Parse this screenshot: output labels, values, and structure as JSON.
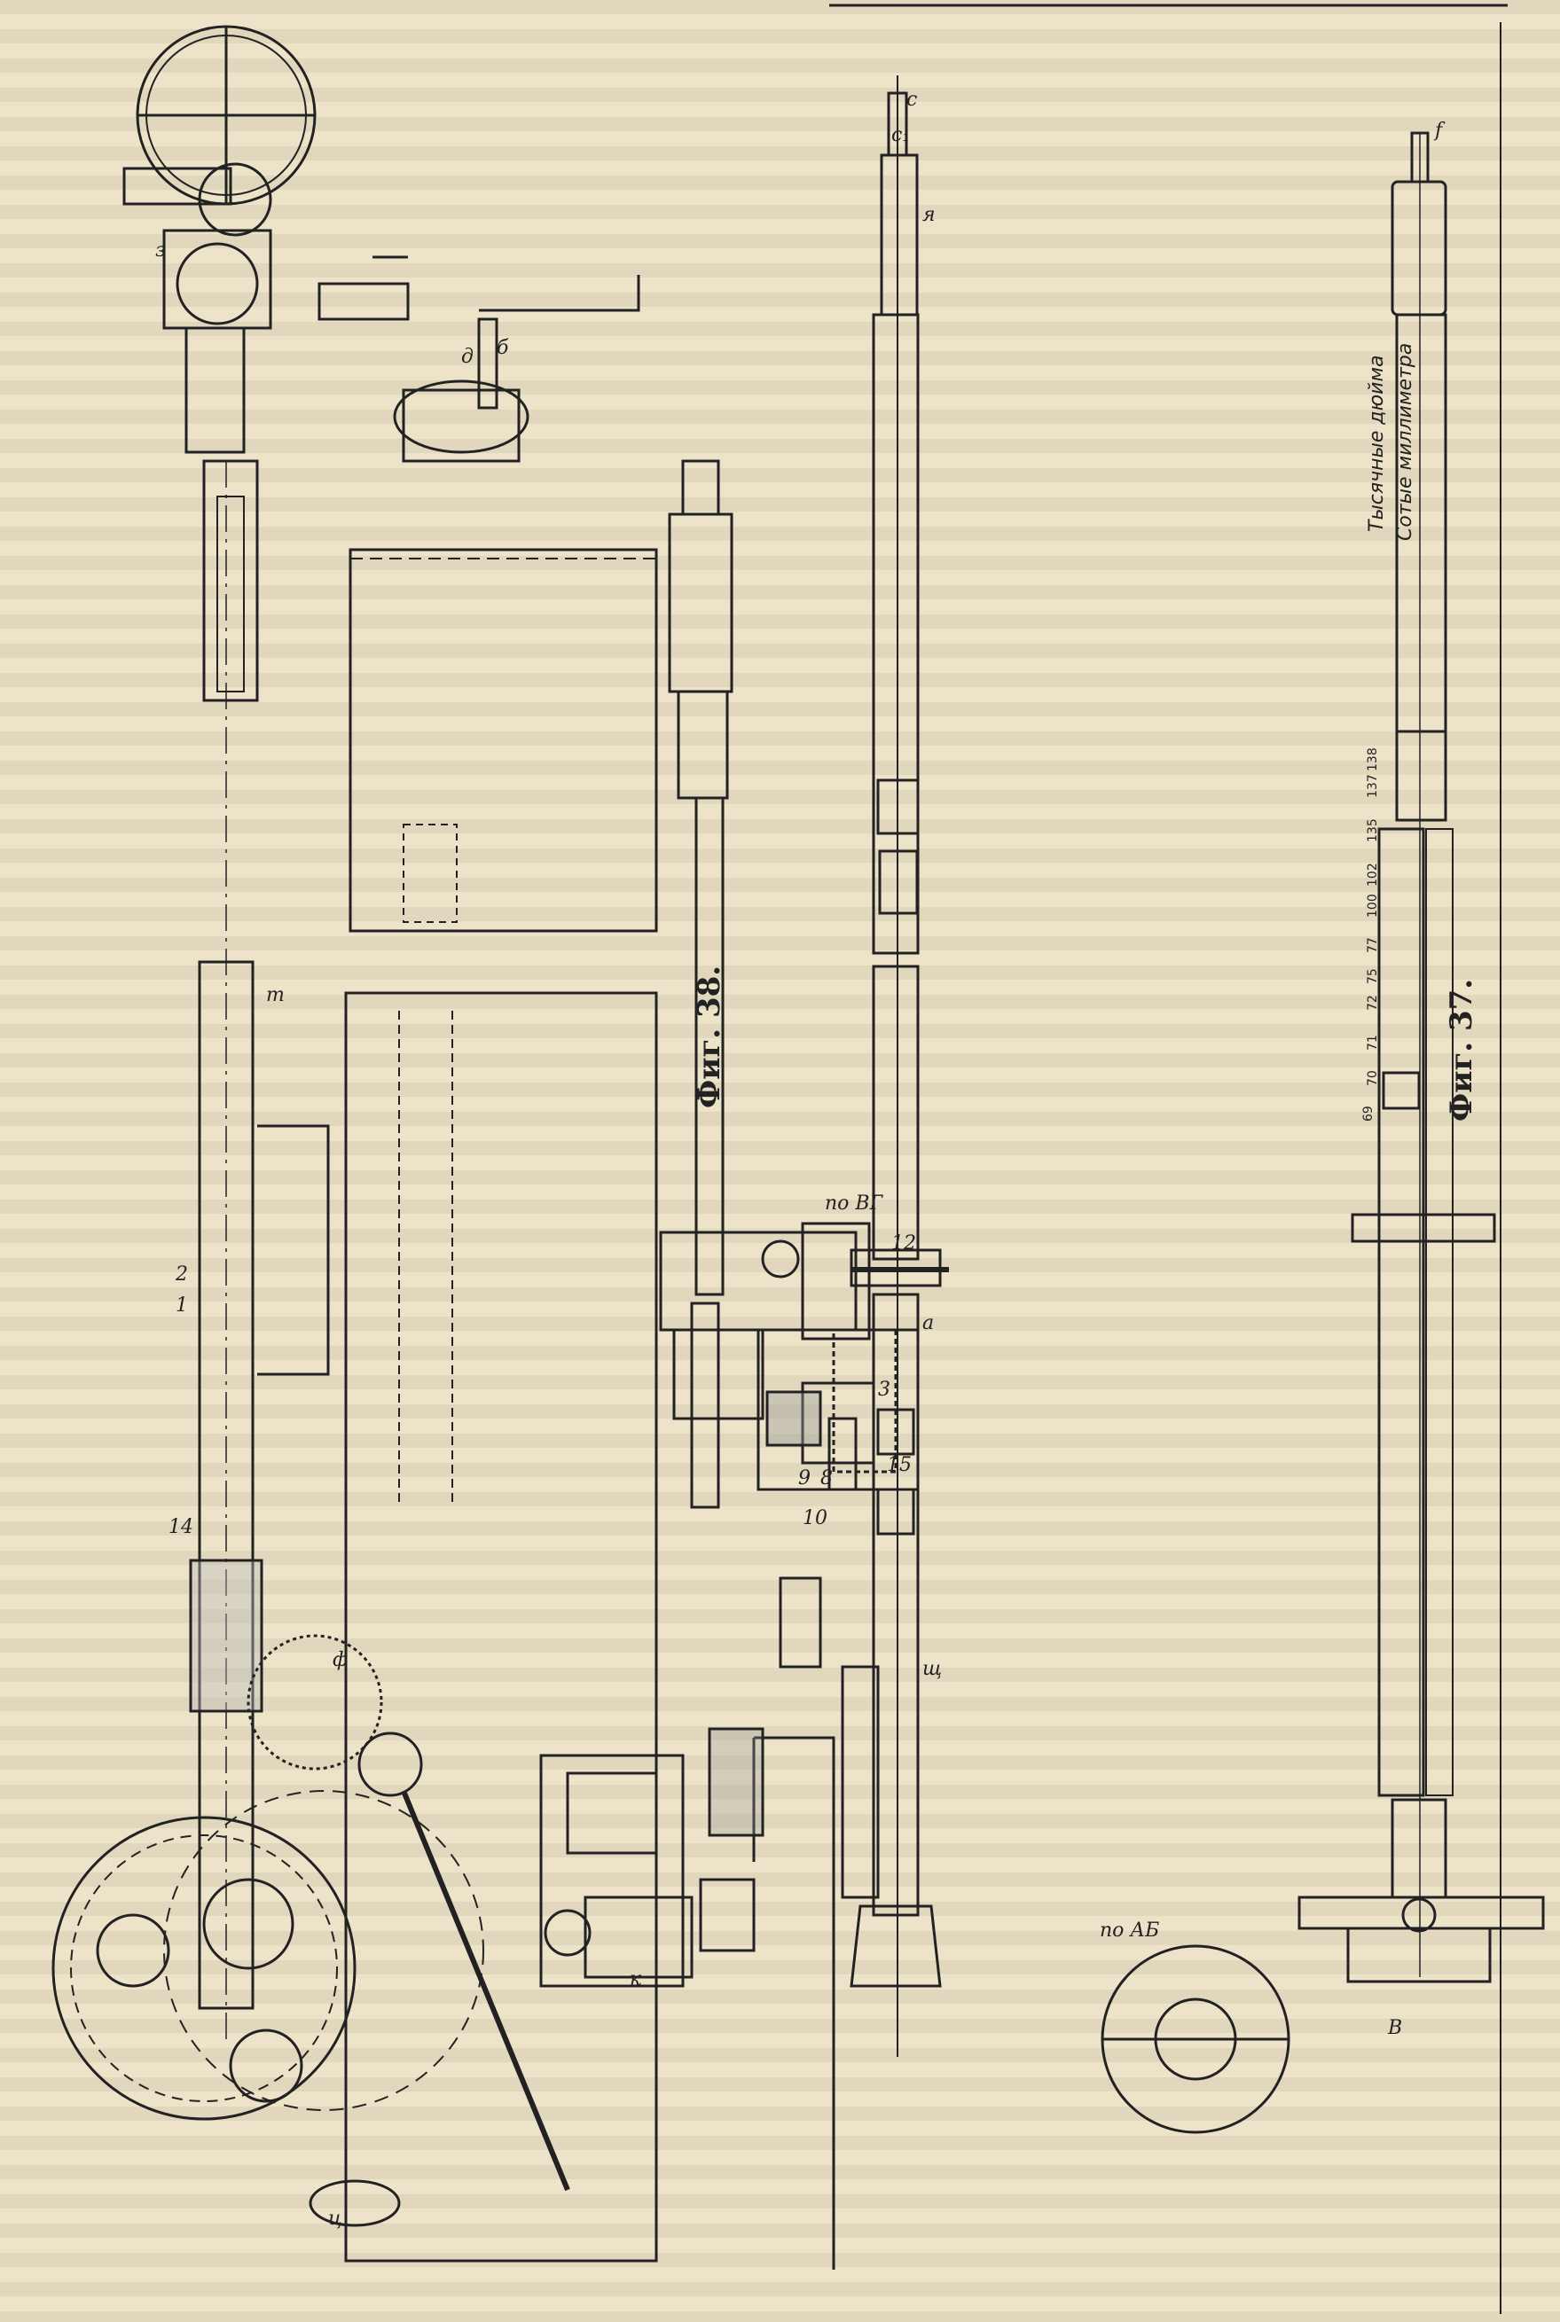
{
  "figures": {
    "fig38": {
      "caption": "Фиг. 38."
    },
    "fig37": {
      "caption": "Фиг. 37.",
      "scale_inch_label": "Тысячные дюйма",
      "scale_mm_label": "Сотые миллиметра",
      "scale_ticks": [
        "69",
        "70",
        "71",
        "72",
        "75",
        "77",
        "100",
        "102",
        "135",
        "137",
        "138"
      ]
    }
  },
  "part_labels": {
    "l1": "1",
    "l2": "2",
    "l14": "14",
    "lm": "m",
    "lb": "б",
    "ld": "д",
    "lz": "з",
    "lf": "ф",
    "lts": "ц",
    "lk": "к",
    "l12": "12",
    "l15": "15",
    "l3": "3",
    "l9": "9",
    "l8": "8",
    "l10": "10",
    "lpoVG": "по ВГ",
    "lpoAB": "по АБ",
    "lc": "c",
    "lc1": "c₁",
    "lya": "я",
    "lf2": "f",
    "lshch": "щ",
    "la": "а",
    "lB": "В"
  },
  "colors": {
    "paper": "#ece3c8",
    "ink": "#222222"
  }
}
